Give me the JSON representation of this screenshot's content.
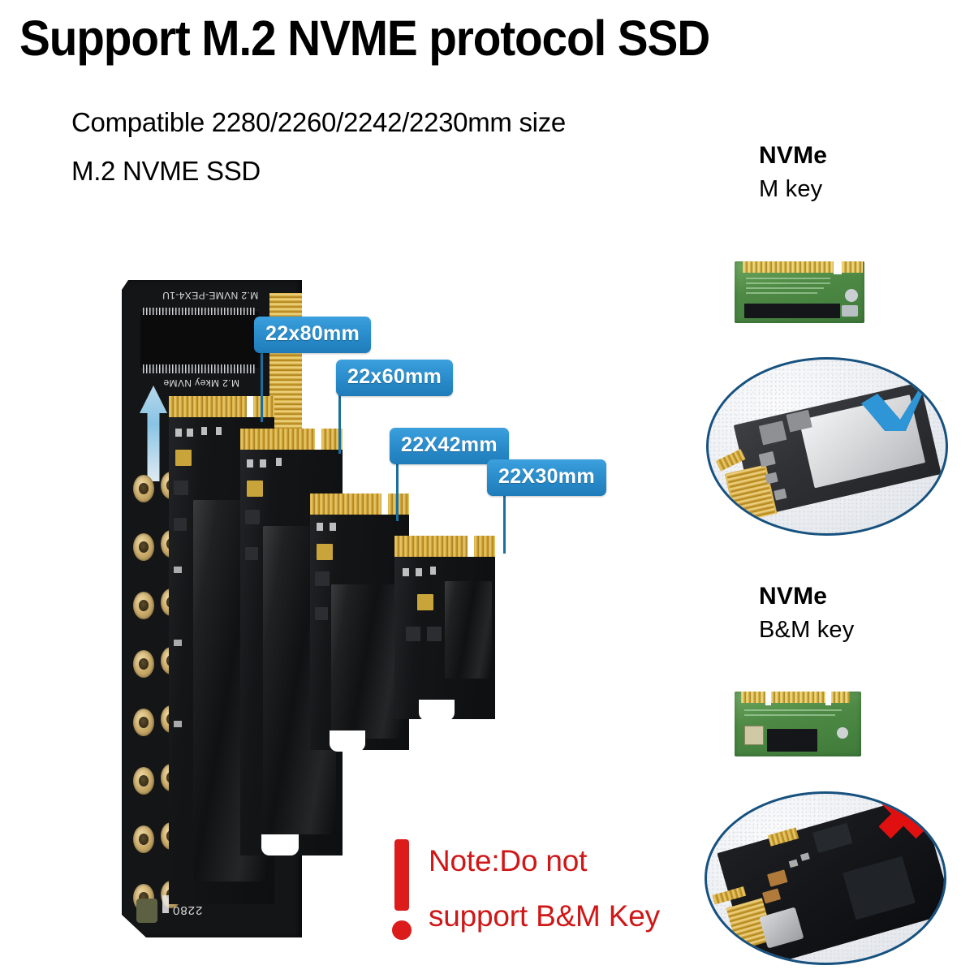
{
  "header": {
    "title": "Support M.2 NVME protocol SSD",
    "subtitle_line1": "Compatible 2280/2260/2242/2230mm size",
    "subtitle_line2": "M.2 NVME SSD"
  },
  "callouts": [
    {
      "label": "22x80mm"
    },
    {
      "label": "22x60mm"
    },
    {
      "label": "22X42mm"
    },
    {
      "label": "22X30mm"
    }
  ],
  "adapter": {
    "silk_model": "M.2 NVME-PEX4-1U",
    "silk_slot": "M.2 Mkey NVMe",
    "silk_size": "2280"
  },
  "right_panel": {
    "supported": {
      "title": "NVMe",
      "subtitle": "M key",
      "mark": "check",
      "mark_color": "#2a8ccb"
    },
    "unsupported": {
      "title": "NVMe",
      "subtitle": "B&M key",
      "mark": "cross",
      "mark_color": "#e01010"
    }
  },
  "note": {
    "line1": "Note:Do not",
    "line2": "support B&M Key",
    "icon": "exclamation-icon",
    "color": "#cf1717"
  },
  "colors": {
    "callout_blue": "#2a8ccb",
    "oval_border": "#16517f",
    "note_red": "#cf1717",
    "pcb_black": "#17181a",
    "gold": "#cdae6d"
  }
}
